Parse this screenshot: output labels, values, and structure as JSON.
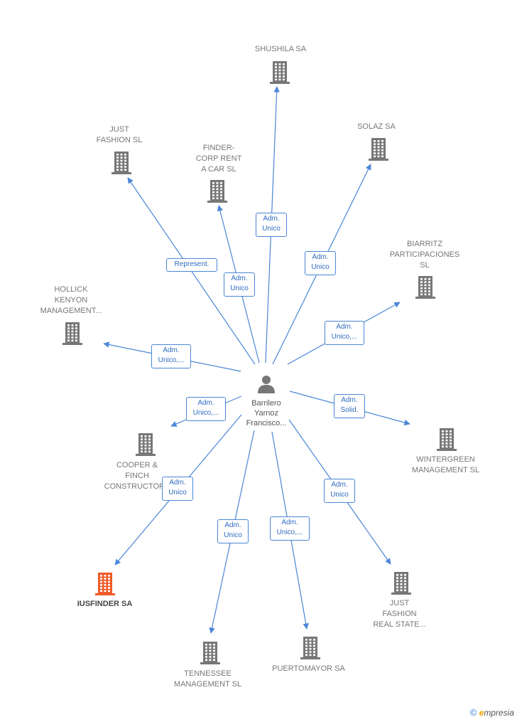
{
  "center": {
    "label": "Barrilero\nYarnoz\nFrancisco..."
  },
  "companies": [
    {
      "id": "shushila",
      "label": "SHUSHILA SA",
      "highlight": false
    },
    {
      "id": "solaz",
      "label": "SOLAZ SA",
      "highlight": false
    },
    {
      "id": "just-fashion",
      "label": "JUST\nFASHION SL",
      "highlight": false
    },
    {
      "id": "finder-corp",
      "label": "FINDER-\nCORP RENT\nA CAR SL",
      "highlight": false
    },
    {
      "id": "biarritz",
      "label": "BIARRITZ\nPARTICIPACIONES\nSL",
      "highlight": false
    },
    {
      "id": "hollick",
      "label": "HOLLICK\nKENYON\nMANAGEMENT...",
      "highlight": false
    },
    {
      "id": "wintergreen",
      "label": "WINTERGREEN\nMANAGEMENT SL",
      "highlight": false
    },
    {
      "id": "cooper",
      "label": "COOPER &\nFINCH\nCONSTRUCTORS",
      "highlight": false
    },
    {
      "id": "iusfinder",
      "label": "IUSFINDER SA",
      "highlight": true
    },
    {
      "id": "jf-real-state",
      "label": "JUST\nFASHION\nREAL STATE...",
      "highlight": false
    },
    {
      "id": "tennessee",
      "label": "TENNESSEE\nMANAGEMENT SL",
      "highlight": false
    },
    {
      "id": "puertomayor",
      "label": "PUERTOMAYOR SA",
      "highlight": false
    }
  ],
  "relations": [
    {
      "to": "shushila",
      "label": "Adm.\nUnico"
    },
    {
      "to": "solaz",
      "label": "Adm.\nUnico"
    },
    {
      "to": "just-fashion",
      "label": "Represent."
    },
    {
      "to": "finder-corp",
      "label": "Adm.\nUnico"
    },
    {
      "to": "biarritz",
      "label": "Adm.\nUnico,..."
    },
    {
      "to": "hollick",
      "label": "Adm.\nUnico,..."
    },
    {
      "to": "wintergreen",
      "label": "Adm.\nSolid."
    },
    {
      "to": "cooper",
      "label": "Adm.\nUnico,..."
    },
    {
      "to": "iusfinder",
      "label": "Adm.\nUnico"
    },
    {
      "to": "jf-real-state",
      "label": "Adm.\nUnico"
    },
    {
      "to": "tennessee",
      "label": "Adm.\nUnico"
    },
    {
      "to": "puertomayor",
      "label": "Adm.\nUnico,..."
    }
  ],
  "colors": {
    "edge": "#4a86d6",
    "building": "#777777",
    "building_highlight": "#f05a28",
    "person": "#777777"
  },
  "footer": {
    "copyright": "©",
    "brand_initial": "e",
    "brand_rest": "mpresia"
  }
}
